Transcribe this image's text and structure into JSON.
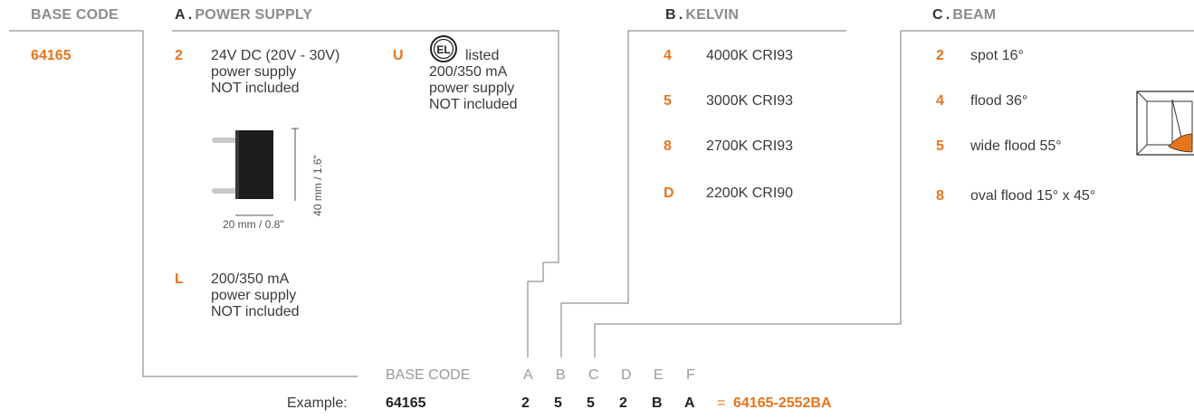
{
  "headers": {
    "base_code": "BASE CODE",
    "a_letter": "A",
    "a_label": "POWER SUPPLY",
    "b_letter": "B",
    "b_label": "KELVIN",
    "c_letter": "C",
    "c_label": "BEAM",
    "sep": "."
  },
  "base_code_value": "64165",
  "power_supply": {
    "opt2": {
      "code": "2",
      "line1": "24V DC (20V - 30V)",
      "line2": "power supply",
      "line3": "NOT included"
    },
    "optU": {
      "code": "U",
      "line1": "listed",
      "line2": "200/350 mA",
      "line3": "power supply",
      "line4": "NOT included"
    },
    "optL": {
      "code": "L",
      "line1": "200/350 mA",
      "line2": "power supply",
      "line3": "NOT included"
    },
    "dim_height": "40 mm / 1.6\"",
    "dim_width": "20 mm / 0.8\""
  },
  "kelvin": [
    {
      "code": "4",
      "label": "4000K CRI93"
    },
    {
      "code": "5",
      "label": "3000K CRI93"
    },
    {
      "code": "8",
      "label": "2700K CRI93"
    },
    {
      "code": "D",
      "label": "2200K CRI90"
    }
  ],
  "beam": [
    {
      "code": "2",
      "label": "spot 16°"
    },
    {
      "code": "4",
      "label": "flood 36°"
    },
    {
      "code": "5",
      "label": "wide flood 55°"
    },
    {
      "code": "8",
      "label": "oval flood 15° x 45°"
    }
  ],
  "legend": {
    "base_code": "BASE CODE",
    "letters": [
      "A",
      "B",
      "C",
      "D",
      "E",
      "F"
    ]
  },
  "example": {
    "label": "Example:",
    "base": "64165",
    "values": [
      "2",
      "5",
      "5",
      "2",
      "B",
      "A"
    ],
    "equals": "=",
    "result": "64165-2552BA"
  },
  "colors": {
    "accent": "#e8741c",
    "text": "#3a3a3a",
    "muted": "#8c8c8c",
    "line": "#7a7a7a"
  },
  "icons": [
    "etl-listed-icon",
    "power-supply-image",
    "beam-fixture-icon"
  ]
}
